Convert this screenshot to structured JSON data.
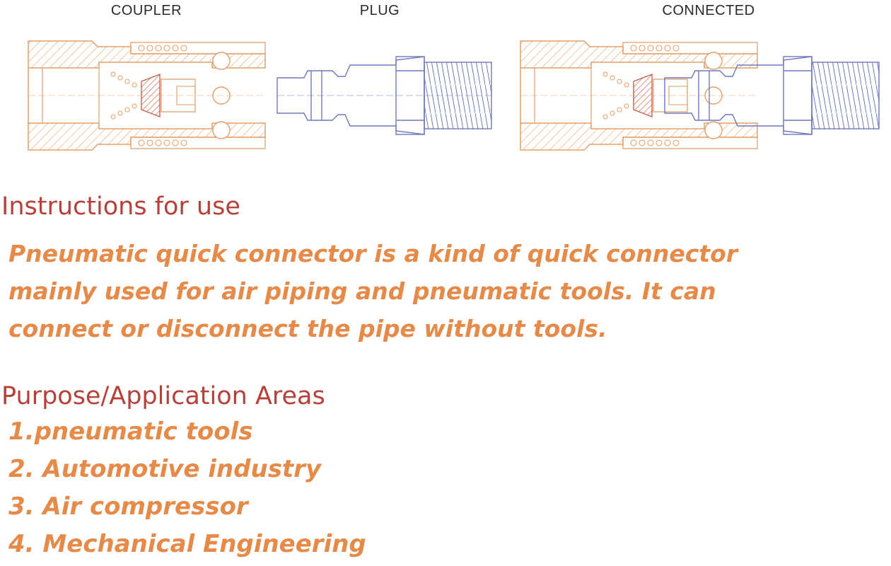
{
  "diagram": {
    "labels": {
      "coupler": "COUPLER",
      "plug": "PLUG",
      "connected": "CONNECTED"
    },
    "colors": {
      "coupler_stroke": "#e3a06c",
      "plug_stroke": "#6f78bd",
      "seal_stroke": "#c9614a"
    }
  },
  "instructions": {
    "heading": "Instructions for use",
    "lines": [
      "Pneumatic quick connector is a kind of quick connector",
      "mainly used for air piping and pneumatic tools. It can",
      "connect or disconnect the pipe without tools."
    ]
  },
  "applications": {
    "heading": "Purpose/Application Areas",
    "items": [
      "1.pneumatic tools",
      "2. Automotive industry",
      "3. Air compressor",
      "4. Mechanical Engineering"
    ]
  },
  "colors": {
    "heading": "#b5413a",
    "body_text": "#e58a48",
    "caption": "#2a2a2a"
  }
}
